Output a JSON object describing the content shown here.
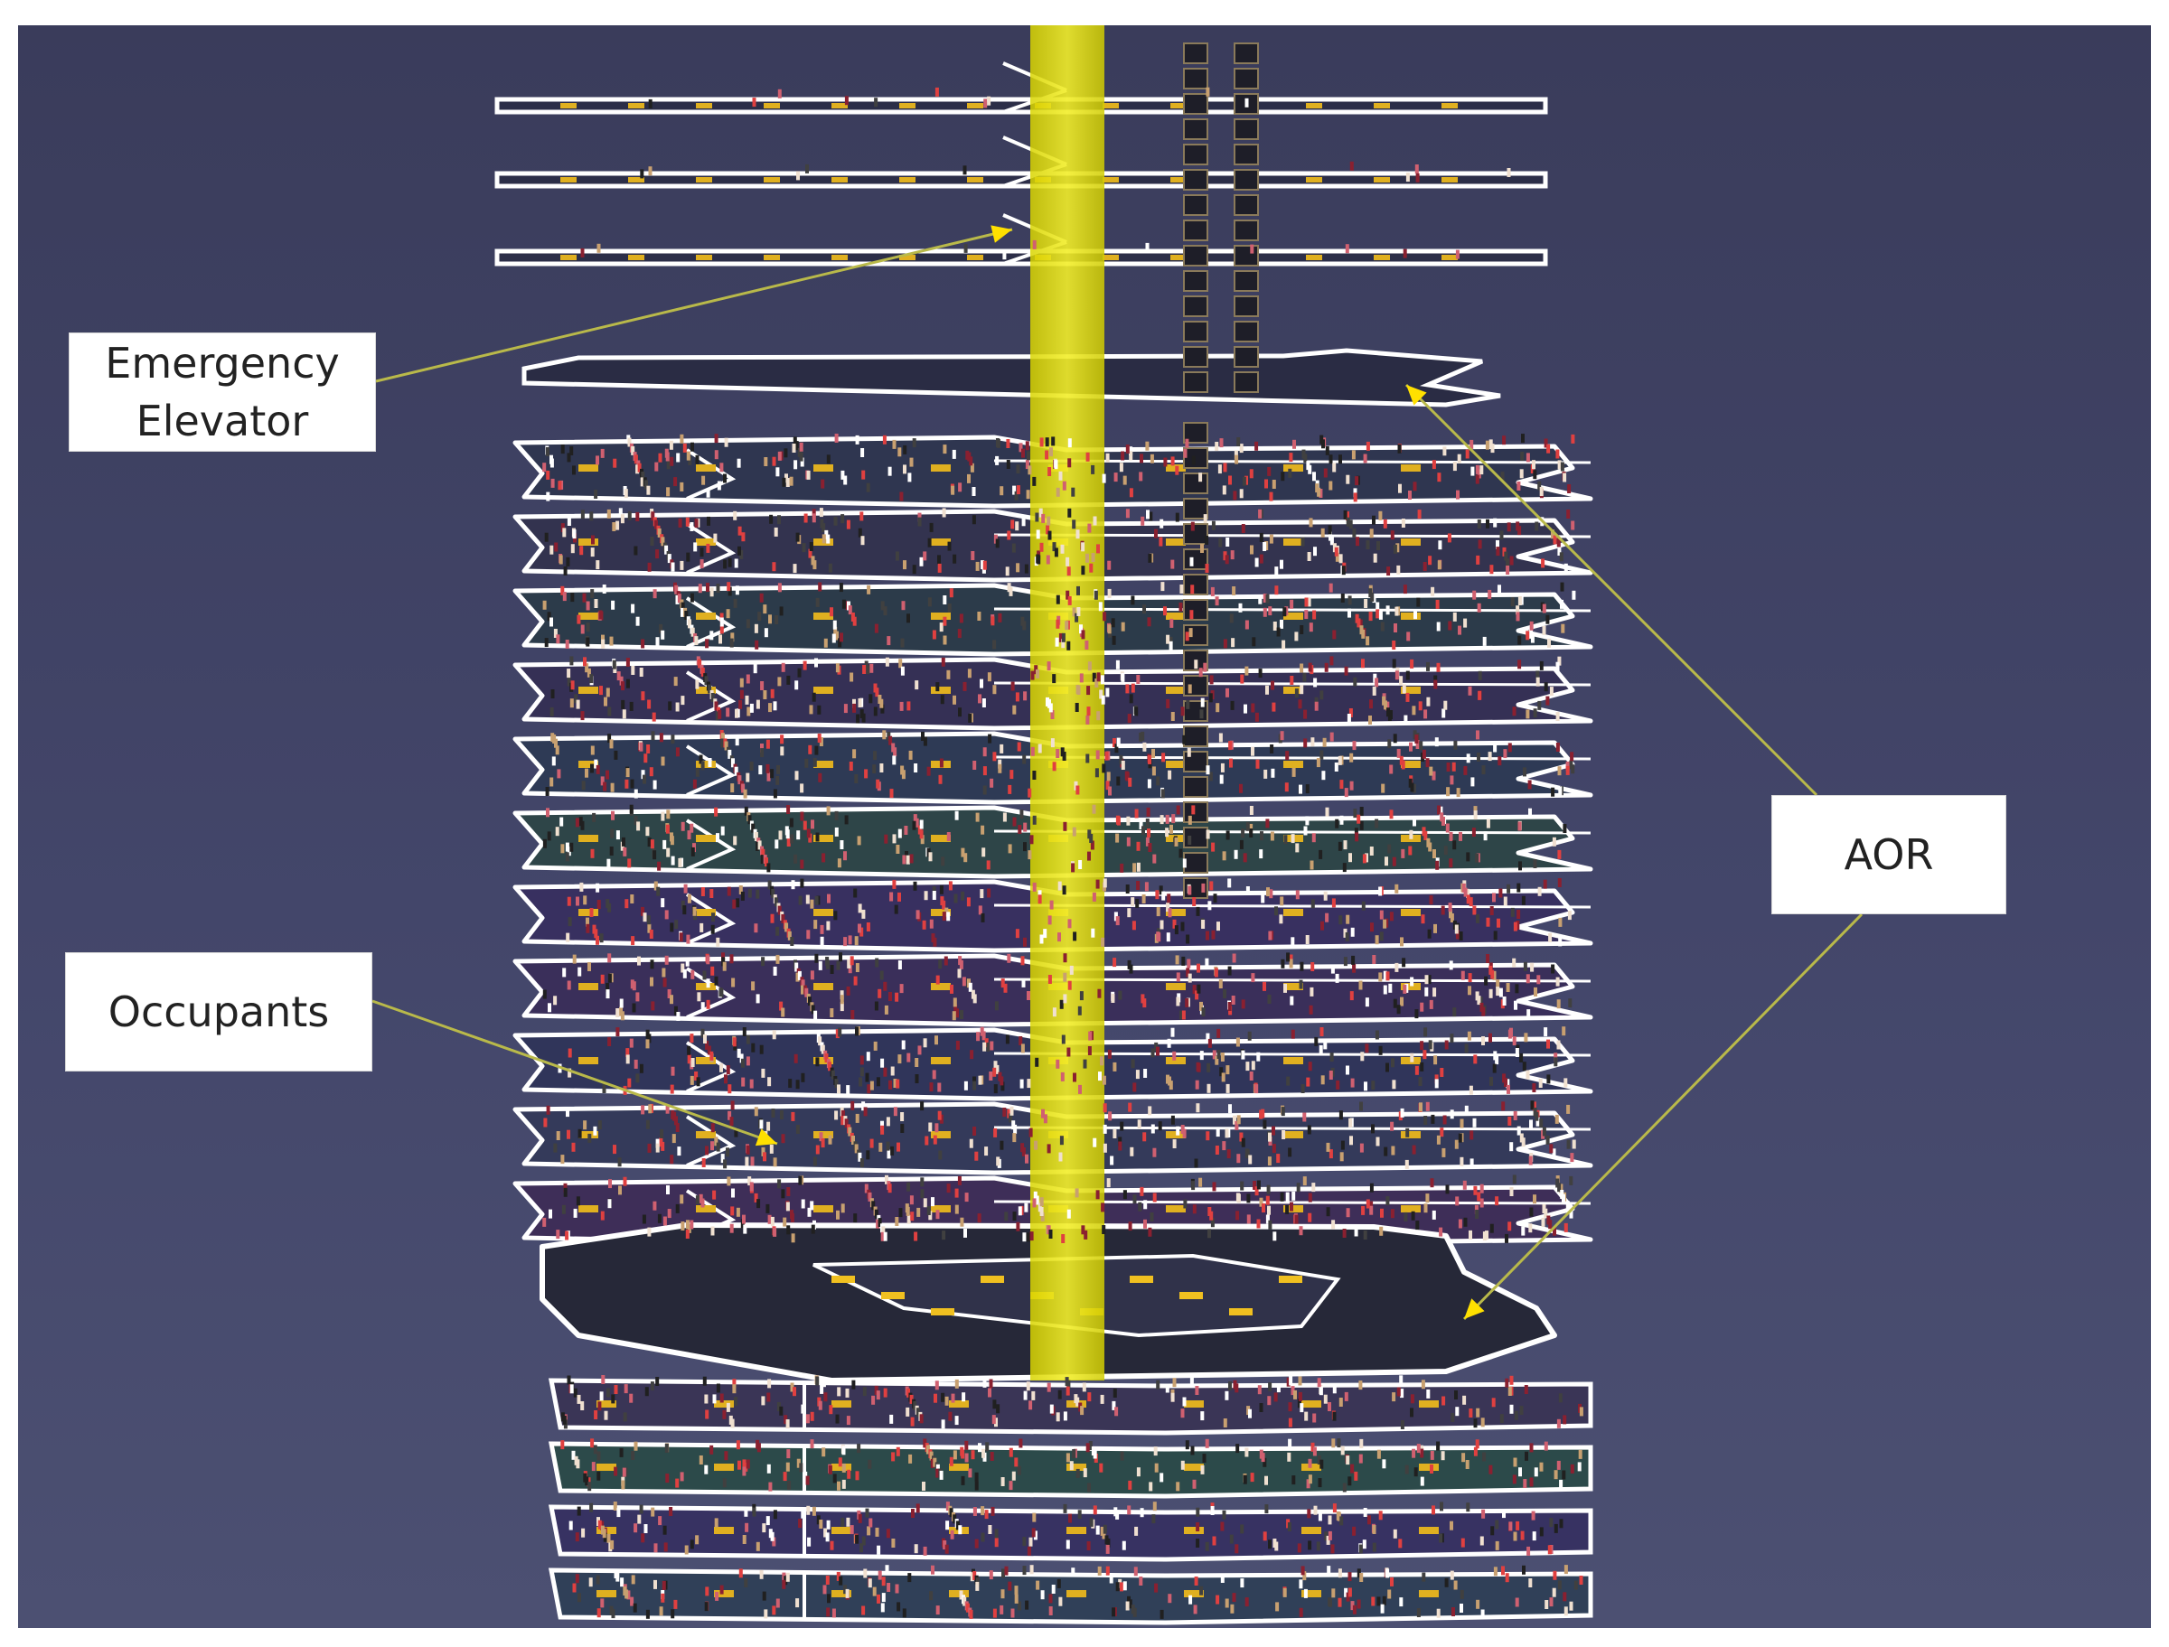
{
  "labels": {
    "emergency_elevator": {
      "line1": "Emergency",
      "line2": "Elevator"
    },
    "occupants": "Occupants",
    "aor": "AOR"
  },
  "colors": {
    "background": "#41446a",
    "floor_outline": "#ffffff",
    "elevator_shaft": "#e6e600",
    "leader_line": "#b9b94a",
    "arrowhead": "#ffe000"
  }
}
